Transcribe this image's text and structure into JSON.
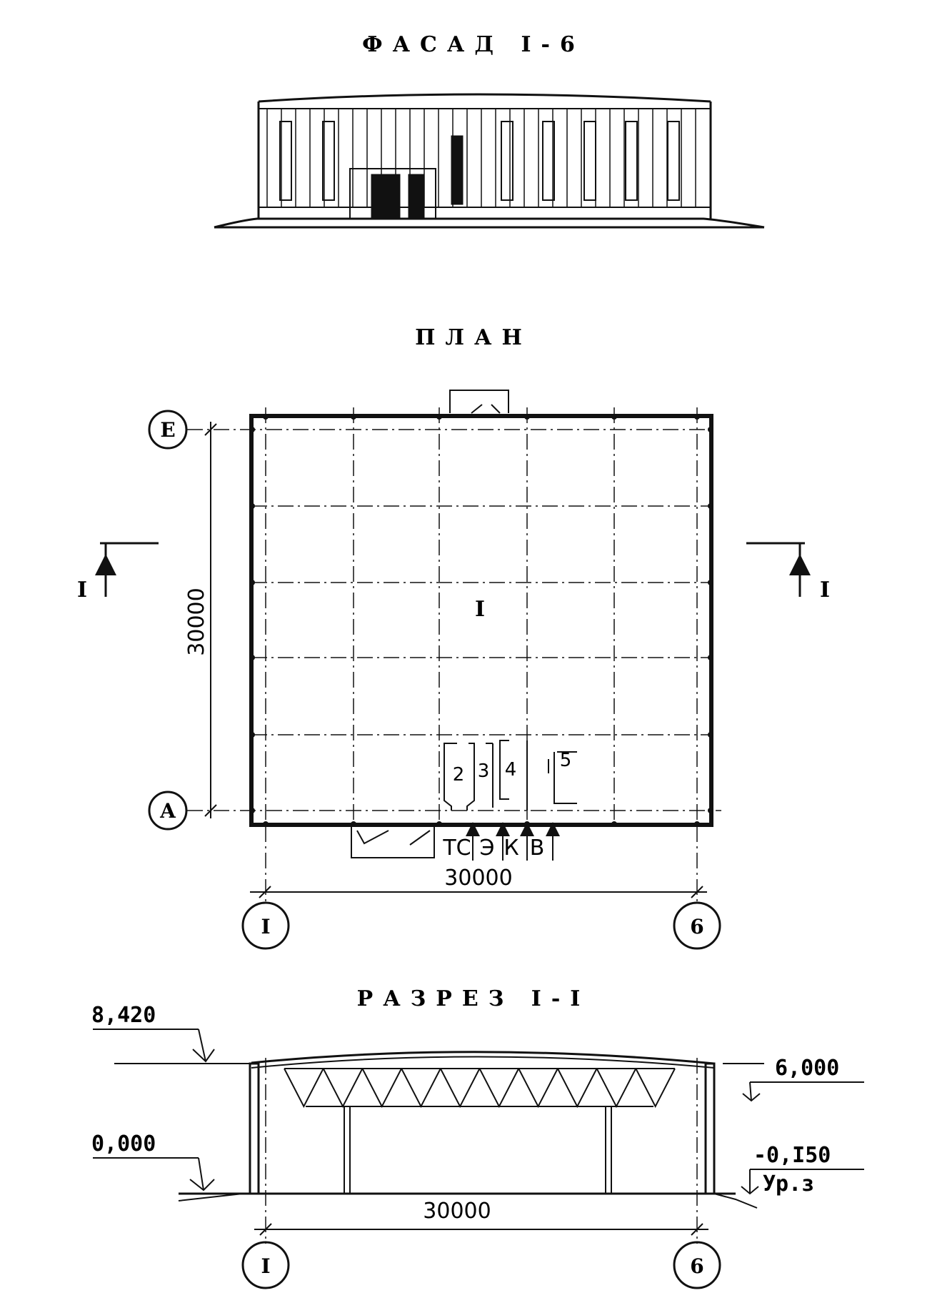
{
  "titles": {
    "facade": "ФАСАД I-6",
    "plan": "ПЛАН",
    "section": "РАЗРЕЗ I-I"
  },
  "axes": {
    "start": "I",
    "end": "6",
    "row_top": "E",
    "row_bottom": "A"
  },
  "dimensions": {
    "plan_width": "30000",
    "plan_height": "30000",
    "section_width": "30000"
  },
  "section_marker": "I",
  "rooms": {
    "main": "I",
    "r2": "2",
    "r3": "3",
    "r4": "4",
    "r5": "5"
  },
  "utilities": [
    "ТС",
    "Э",
    "К",
    "В"
  ],
  "levels": {
    "top_left": "8,420",
    "zero": "0,000",
    "top_right": "6,000",
    "ground": "-0,I50",
    "ground_label": "Ур.з"
  }
}
